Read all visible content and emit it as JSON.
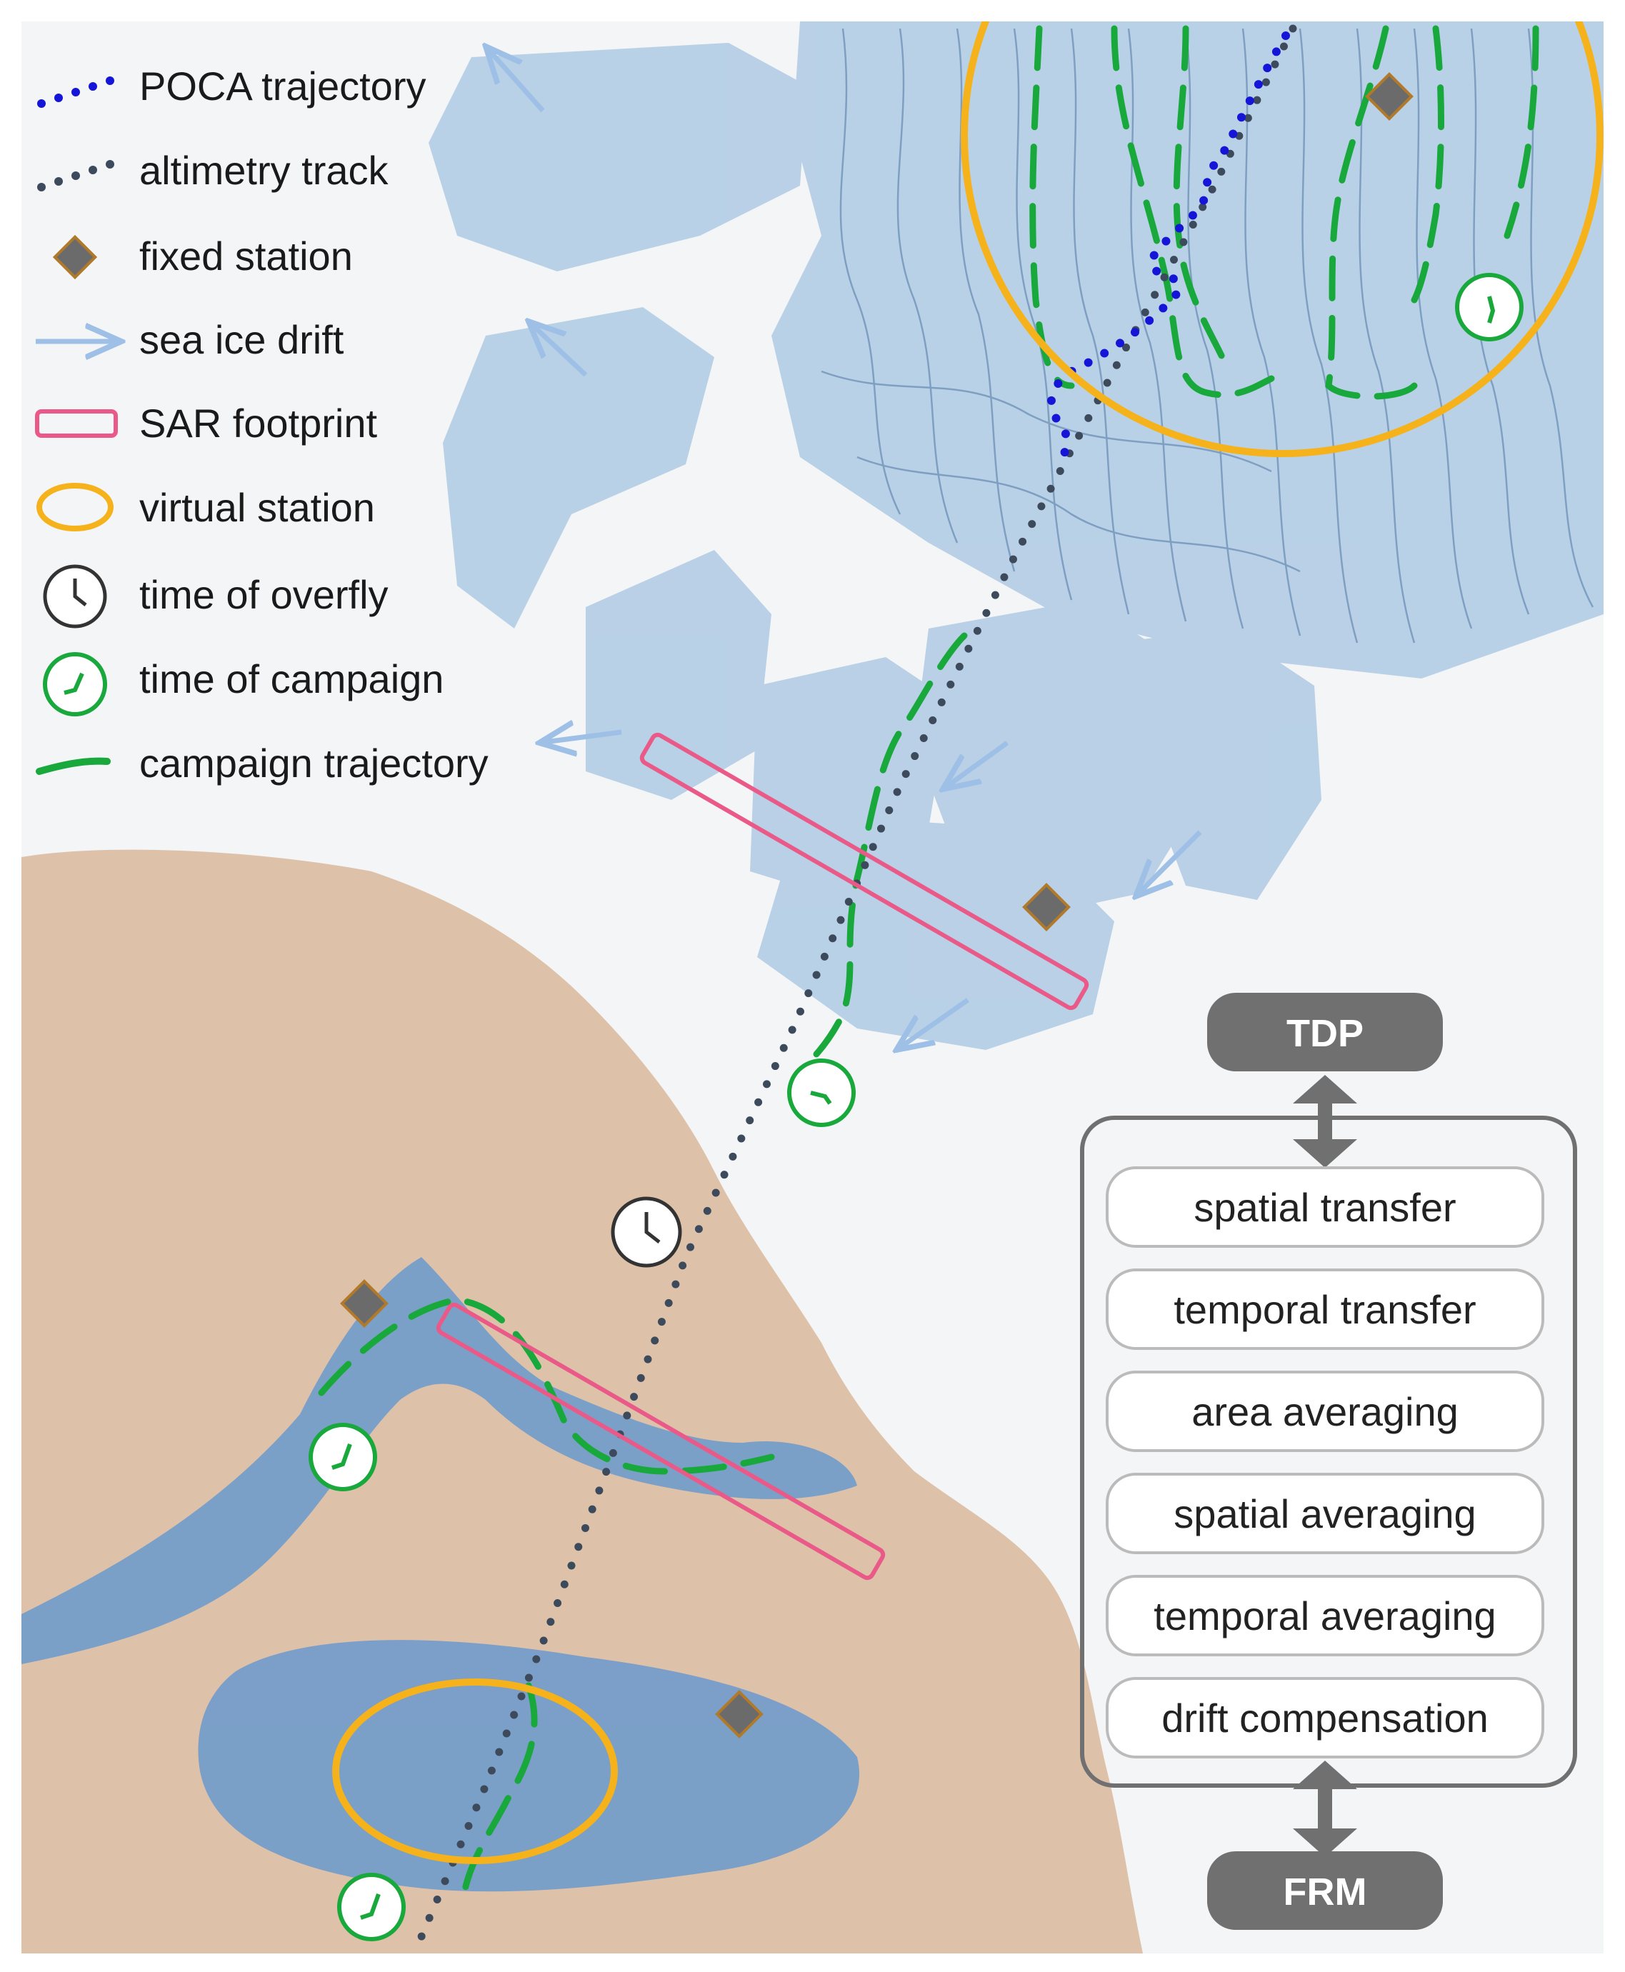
{
  "legend": [
    {
      "label": "POCA trajectory",
      "icon": "poca-trajectory-icon"
    },
    {
      "label": "altimetry track",
      "icon": "altimetry-track-icon"
    },
    {
      "label": "fixed station",
      "icon": "fixed-station-icon"
    },
    {
      "label": "sea ice drift",
      "icon": "sea-ice-drift-icon"
    },
    {
      "label": "SAR footprint",
      "icon": "sar-footprint-icon"
    },
    {
      "label": "virtual station",
      "icon": "virtual-station-icon"
    },
    {
      "label": "time of overfly",
      "icon": "clock-icon"
    },
    {
      "label": "time of campaign",
      "icon": "campaign-clock-icon"
    },
    {
      "label": "campaign trajectory",
      "icon": "campaign-trajectory-icon"
    }
  ],
  "workflow": {
    "top": "TDP",
    "bottom": "FRM",
    "steps": [
      "spatial transfer",
      "temporal transfer",
      "area averaging",
      "spatial averaging",
      "temporal averaging",
      "drift compensation"
    ]
  },
  "colors": {
    "poca": "#1515d8",
    "altimetry": "#3d4a5c",
    "station": "#6b6b6b",
    "station_edge": "#b07a2a",
    "drift": "#a9c8ea",
    "sar": "#ea5a88",
    "virtual": "#f5b21a",
    "campaign": "#16a83a",
    "sea_ice": "#a6c4e0",
    "water": "#5b8fc8",
    "land": "#d9b89b",
    "box_dark": "#707070"
  }
}
